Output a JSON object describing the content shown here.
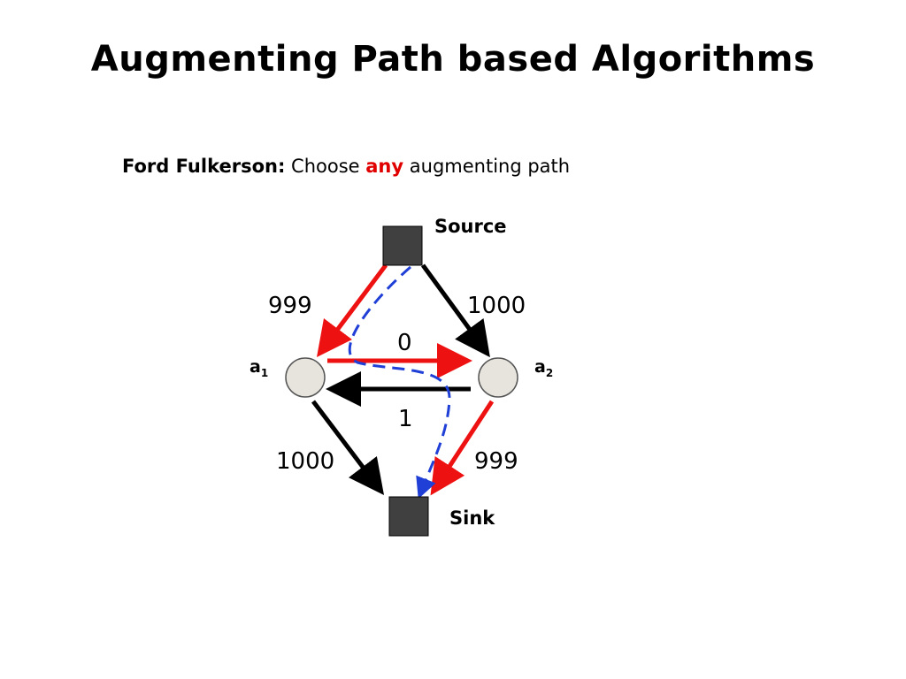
{
  "slide": {
    "title": "Augmenting Path based Algorithms",
    "subtitle": {
      "lead": "Ford Fulkerson:",
      "before": "Choose",
      "emphasis": "any",
      "after": "augmenting path"
    }
  },
  "diagram": {
    "nodes": {
      "source": "Source",
      "sink": "Sink",
      "a1": {
        "letter": "a",
        "index": "1"
      },
      "a2": {
        "letter": "a",
        "index": "2"
      }
    },
    "edges": {
      "source_a1": "999",
      "source_a2": "1000",
      "a1_a2": "0",
      "a2_a1": "1",
      "a1_sink": "1000",
      "a2_sink": "999"
    },
    "colors": {
      "augmented_edge": "#ee1111",
      "regular_edge": "#000000",
      "path": "#1f3fd6",
      "terminal": "#404040",
      "inner_node": "#e6e4dc"
    }
  }
}
